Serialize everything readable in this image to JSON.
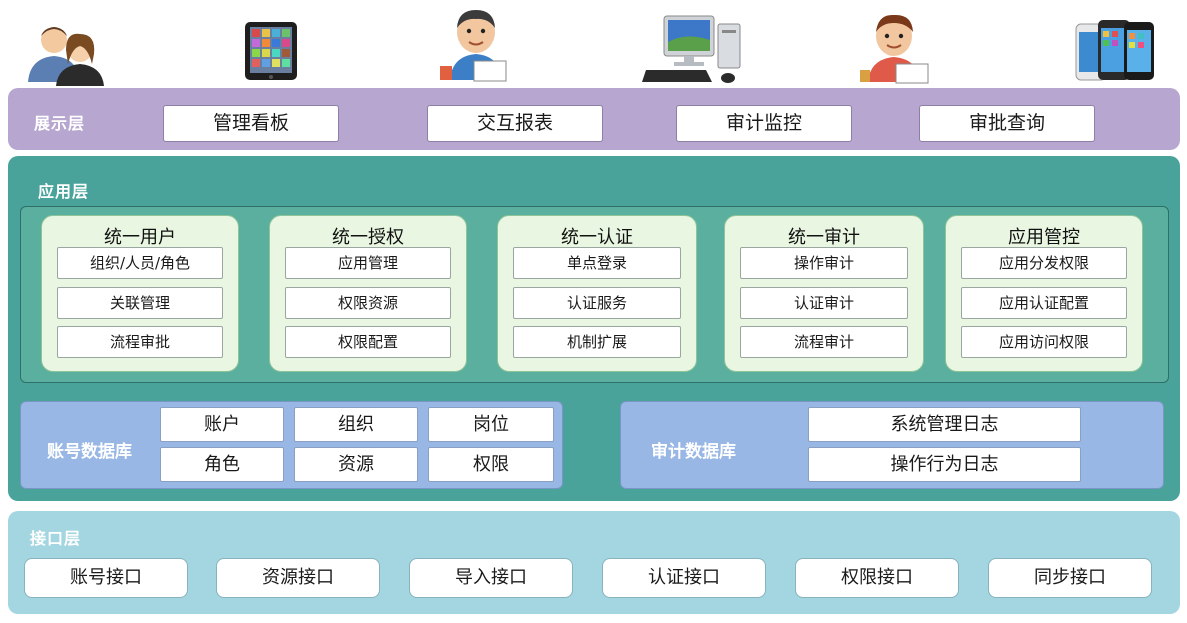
{
  "icons": [
    {
      "name": "users-icon"
    },
    {
      "name": "tablet-icon"
    },
    {
      "name": "admin-user-icon"
    },
    {
      "name": "desktop-computer-icon"
    },
    {
      "name": "operator-user-icon"
    },
    {
      "name": "smartphones-icon"
    }
  ],
  "display_layer": {
    "title": "展示层",
    "items": [
      "管理看板",
      "交互报表",
      "审计监控",
      "审批查询"
    ]
  },
  "app_layer": {
    "title": "应用层",
    "modules": [
      {
        "title": "统一用户",
        "items": [
          "组织/人员/角色",
          "关联管理",
          "流程审批"
        ]
      },
      {
        "title": "统一授权",
        "items": [
          "应用管理",
          "权限资源",
          "权限配置"
        ]
      },
      {
        "title": "统一认证",
        "items": [
          "单点登录",
          "认证服务",
          "机制扩展"
        ]
      },
      {
        "title": "统一审计",
        "items": [
          "操作审计",
          "认证审计",
          "流程审计"
        ]
      },
      {
        "title": "应用管控",
        "items": [
          "应用分发权限",
          "应用认证配置",
          "应用访问权限"
        ]
      }
    ],
    "account_db": {
      "title": "账号数据库",
      "cells": [
        "账户",
        "组织",
        "岗位",
        "角色",
        "资源",
        "权限"
      ]
    },
    "audit_db": {
      "title": "审计数据库",
      "cells": [
        "系统管理日志",
        "操作行为日志"
      ]
    }
  },
  "interface_layer": {
    "title": "接口层",
    "items": [
      "账号接口",
      "资源接口",
      "导入接口",
      "认证接口",
      "权限接口",
      "同步接口"
    ]
  },
  "colors": {
    "display_layer": "#b7a6cf",
    "app_layer": "#4aa39a",
    "module_bg": "#e9f6e1",
    "database": "#98b7e4",
    "interface_layer": "#a4d6e1"
  }
}
